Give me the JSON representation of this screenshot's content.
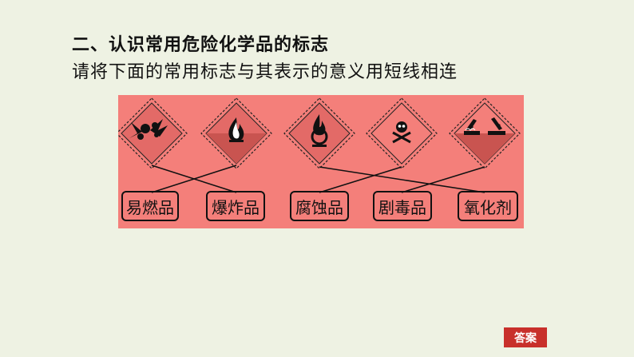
{
  "heading": "二、认识常用危险化学品的标志",
  "subheading": "请将下面的常用标志与其表示的意义用短线相连",
  "symbols": [
    {
      "name": "explosive-icon"
    },
    {
      "name": "flame-icon"
    },
    {
      "name": "oxidizer-icon"
    },
    {
      "name": "skull-crossbones-icon"
    },
    {
      "name": "corrosive-icon"
    }
  ],
  "labels": [
    "易燃品",
    "爆炸品",
    "腐蚀品",
    "剧毒品",
    "氧化剂"
  ],
  "answer_button": "答案",
  "colors": {
    "panel": "#f47f7a",
    "sign_fill": "#e36a67",
    "sign_shade": "#c95450",
    "button": "#c8302b",
    "background": "#eef2e3"
  }
}
